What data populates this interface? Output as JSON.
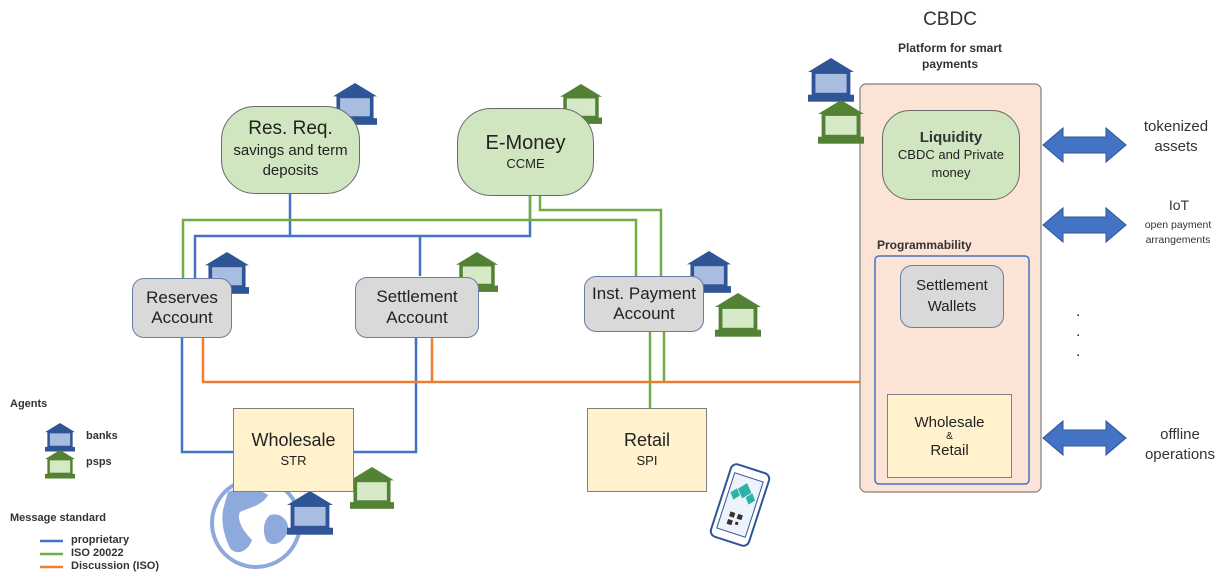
{
  "res_req": {
    "title": "Res. Req.",
    "subtitle": "savings and term deposits"
  },
  "emoney": {
    "title": "E-Money",
    "subtitle": "CCME"
  },
  "reserves": {
    "title": "Reserves Account"
  },
  "settlement": {
    "title": "Settlement Account"
  },
  "inst_payment": {
    "title": "Inst. Payment Account"
  },
  "wholesale_str": {
    "title": "Wholesale",
    "subtitle": "STR"
  },
  "retail_spi": {
    "title": "Retail",
    "subtitle": "SPI"
  },
  "cbdc": {
    "title": "CBDC",
    "platform": "Platform for smart payments",
    "liquidity_title": "Liquidity",
    "liquidity_sub": "CBDC and Private money",
    "programmability": "Programmability",
    "settlement_wallets": "Settlement Wallets",
    "wholesale": "Wholesale",
    "amp": "&",
    "retail": "Retail",
    "dots": ". . ."
  },
  "right_labels": {
    "tokenized": "tokenized assets",
    "iot_title": "IoT",
    "iot_sub": "open payment arrangements",
    "offline": "offline operations"
  },
  "legend": {
    "agents_title": "Agents",
    "banks": "banks",
    "psps": "psps",
    "message_title": "Message standard",
    "proprietary": "proprietary",
    "iso": "ISO 20022",
    "discussion": "Discussion (ISO)"
  },
  "colors": {
    "bank_blue": "#2f5597",
    "bank_fill": "#a9bde0",
    "psp_green": "#548235",
    "psp_fill": "#d6e9c6",
    "line_blue": "#4472c4",
    "line_green": "#70ad47",
    "line_orange": "#ed7d31",
    "cbdc_fill": "#fbe3d6",
    "arrow_blue": "#4472c4"
  }
}
